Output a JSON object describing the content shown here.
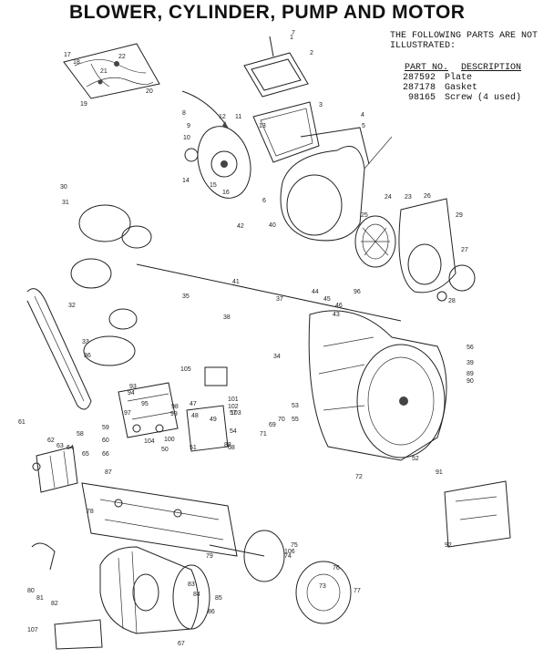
{
  "title": "BLOWER, CYLINDER, PUMP AND MOTOR",
  "notes": {
    "intro_line1": "THE FOLLOWING PARTS ARE NOT",
    "intro_line2": "ILLUSTRATED:",
    "col_part": "PART NO.",
    "col_desc": "DESCRIPTION",
    "rows": [
      {
        "part": "287592",
        "desc": "Plate"
      },
      {
        "part": "287178",
        "desc": "Gasket"
      },
      {
        "part": "98165",
        "desc": "Screw (4 used)"
      }
    ]
  },
  "callouts": [
    "1",
    "2",
    "3",
    "4",
    "5",
    "6",
    "7",
    "8",
    "9",
    "10",
    "11",
    "12",
    "13",
    "14",
    "15",
    "16",
    "17",
    "18",
    "19",
    "20",
    "21",
    "22",
    "23",
    "24",
    "25",
    "26",
    "27",
    "28",
    "29",
    "30",
    "31",
    "32",
    "33",
    "34",
    "35",
    "36",
    "37",
    "38",
    "39",
    "40",
    "41",
    "42",
    "43",
    "44",
    "45",
    "46",
    "47",
    "48",
    "49",
    "50",
    "51",
    "52",
    "53",
    "54",
    "55",
    "56",
    "57",
    "58",
    "59",
    "60",
    "61",
    "62",
    "63",
    "64",
    "65",
    "66",
    "67",
    "68",
    "69",
    "70",
    "71",
    "72",
    "73",
    "74",
    "75",
    "76",
    "77",
    "78",
    "79",
    "80",
    "81",
    "82",
    "83",
    "84",
    "85",
    "86",
    "87",
    "88",
    "89",
    "90",
    "91",
    "92",
    "93",
    "94",
    "95",
    "96",
    "97",
    "98",
    "99",
    "100",
    "101",
    "102",
    "103",
    "104",
    "105",
    "106",
    "107"
  ]
}
